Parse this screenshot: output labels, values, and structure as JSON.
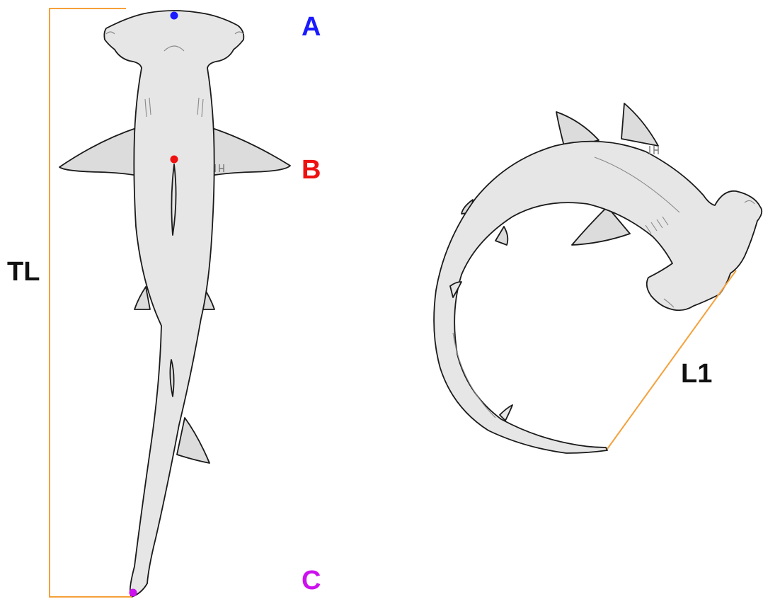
{
  "labels": {
    "point_a": "A",
    "point_b": "B",
    "point_c": "C",
    "total_length": "TL",
    "curved_length": "L1"
  },
  "colors": {
    "point_a": "#1a1aff",
    "point_b": "#ee1111",
    "point_c": "#cc11ee",
    "measure_line": "#f5a03a",
    "label_text": "#111111",
    "shark_fill": "#e6e6e6",
    "shark_outline": "#1a1a1a"
  }
}
